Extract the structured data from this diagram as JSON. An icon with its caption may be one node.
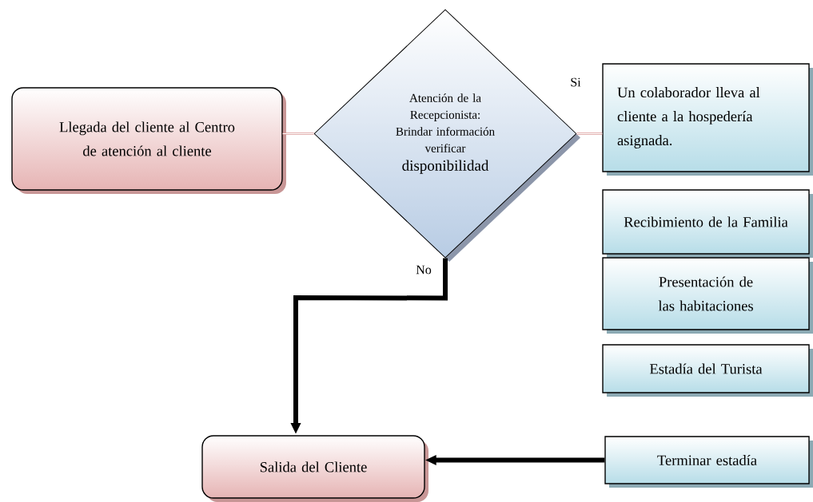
{
  "diagram": {
    "nodes": [
      {
        "text": [
          "Llegada del cliente al Centro de atención al cliente"
        ]
      },
      {
        "text": [
          "Atención de la Recepcionista: Brindar información verificar",
          "disponibilidad"
        ]
      },
      {
        "text": [
          "Un colaborador lleva al cliente  a la hospedería asignada."
        ]
      },
      {
        "text": [
          "Recibimiento de la Familia"
        ]
      },
      {
        "text": [
          "Presentación de  las habitaciones"
        ]
      },
      {
        "text": [
          "Estadía del Turista"
        ]
      },
      {
        "text": [
          "Salida del Cliente"
        ]
      },
      {
        "text": [
          "Terminar estadía"
        ]
      }
    ],
    "edges": [
      {
        "from": 0,
        "to": 1,
        "arrow": "none",
        "color": "#d99694"
      },
      {
        "from": 1,
        "to": 2,
        "arrow": "none",
        "color": "#d99694",
        "label": "Si"
      },
      {
        "from": 1,
        "to": 6,
        "arrow": "to",
        "style": "thick",
        "color": "#000000",
        "label": "No"
      },
      {
        "from": 7,
        "to": 6,
        "arrow": "to",
        "style": "thick",
        "color": "#000000"
      }
    ]
  }
}
